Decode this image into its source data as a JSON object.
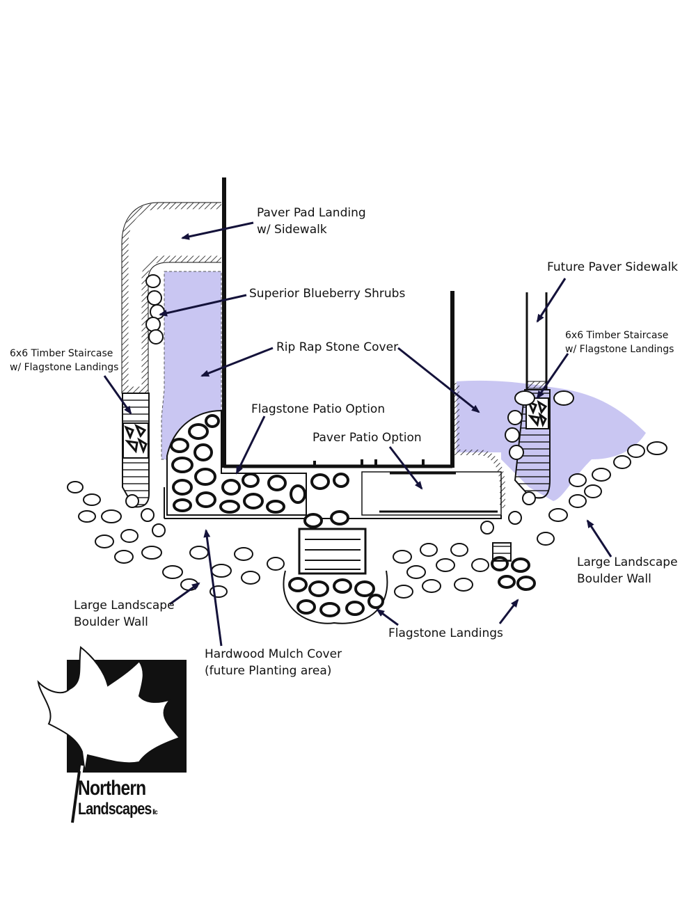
{
  "labels": {
    "paver_pad_landing": [
      "Paver Pad Landing",
      "w/ Sidewalk"
    ],
    "superior_blueberry_shrubs": "Superior Blueberry Shrubs",
    "rip_rap_stone_cover": "Rip Rap Stone Cover",
    "flagstone_patio_option": "Flagstone Patio Option",
    "paver_patio_option": "Paver Patio Option",
    "future_paver_sidewalk": "Future Paver Sidewalk",
    "timber_staircase_left": [
      "6x6 Timber Staircase",
      "w/ Flagstone Landings"
    ],
    "timber_staircase_right": [
      "6x6 Timber Staircase",
      "w/ Flagstone Landings"
    ],
    "boulder_wall_left": [
      "Large Landscape",
      "Boulder Wall"
    ],
    "boulder_wall_right": [
      "Large Landscape",
      "Boulder Wall"
    ],
    "hardwood_mulch_cover": [
      "Hardwood Mulch Cover",
      "(future Planting area)"
    ],
    "flagstone_landings": "Flagstone Landings"
  },
  "logo": {
    "line1": "Northern",
    "line2": "Landscapes",
    "suffix": "llc"
  },
  "colors": {
    "rip_rap_fill": "#c9c6f2",
    "ink": "#111111",
    "arrow": "#14123a"
  }
}
